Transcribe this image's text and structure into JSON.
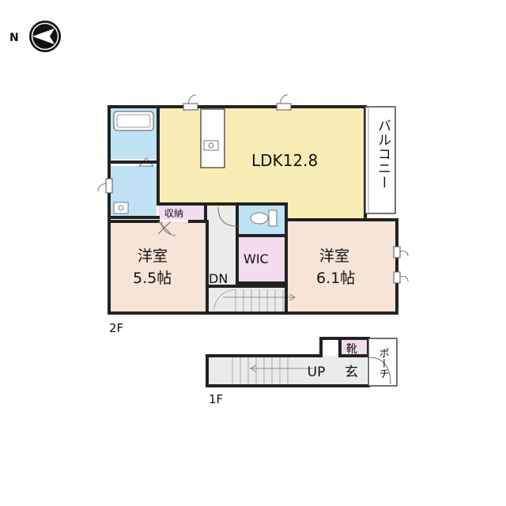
{
  "compass": {
    "letter": "N"
  },
  "floors": {
    "second": "2F",
    "first": "1F"
  },
  "rooms": {
    "ldk": "LDK12.8",
    "balcony": "バルコニー",
    "storage": "収納",
    "western_left": {
      "name": "洋室",
      "size": "5.5帖"
    },
    "western_right": {
      "name": "洋室",
      "size": "6.1帖"
    },
    "wic": "WIC",
    "stairs_down": "DN",
    "stairs_up": "UP",
    "entrance": "玄",
    "shoe_box": "靴",
    "porch": "ポーチ"
  },
  "colors": {
    "ldk": "#f8edb5",
    "bedroom": "#f6e4d6",
    "wet_area": "#bfe2f4",
    "wic": "#f2dcee",
    "stairs": "#ebebeb",
    "wall": "#222222"
  }
}
